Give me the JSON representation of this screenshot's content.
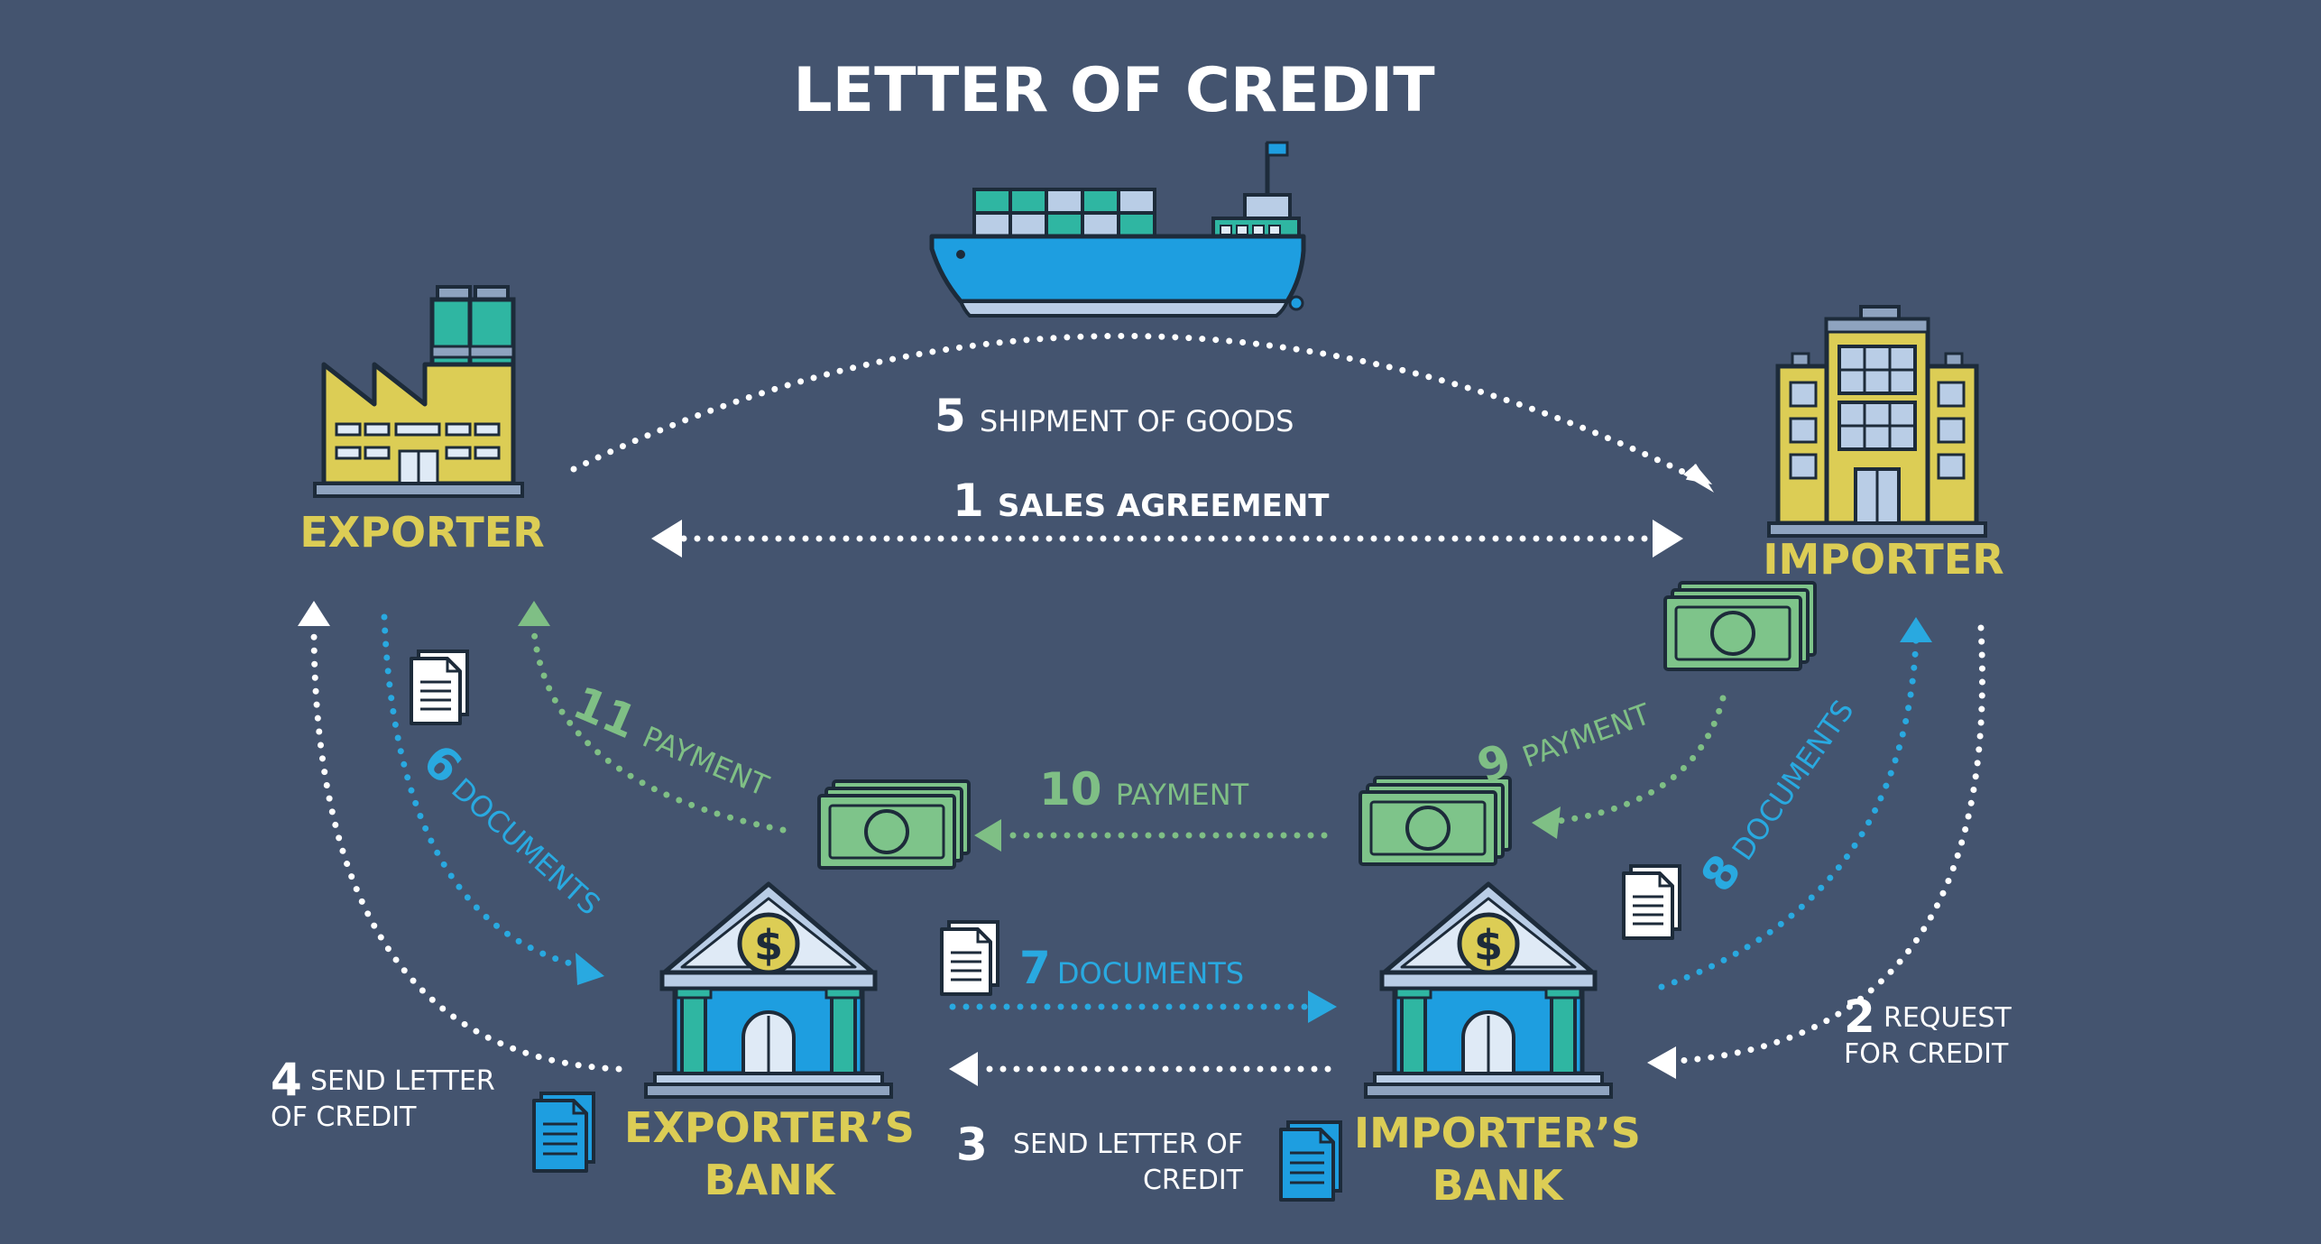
{
  "title": "LETTER OF CREDIT",
  "colors": {
    "background": "#44546f",
    "party_label": "#dccd55",
    "step_white": "#ffffff",
    "step_green": "#7fbf85",
    "step_blue": "#29a9e0",
    "money": "#7ec48a",
    "bank_blue": "#1e9ee0",
    "building_yellow": "#dccd55",
    "factory_teal": "#2fb6a2"
  },
  "parties": {
    "exporter": "EXPORTER",
    "importer": "IMPORTER",
    "exporters_bank_line1": "EXPORTER’S",
    "exporters_bank_line2": "BANK",
    "importers_bank_line1": "IMPORTER’S",
    "importers_bank_line2": "BANK"
  },
  "steps": {
    "s1": {
      "num": "1",
      "text": "SALES AGREEMENT"
    },
    "s2": {
      "num": "2",
      "text1": "REQUEST",
      "text2": "FOR CREDIT"
    },
    "s3": {
      "num": "3",
      "text1": "SEND LETTER OF",
      "text2": "CREDIT"
    },
    "s4": {
      "num": "4",
      "text1": "SEND LETTER",
      "text2": "OF CREDIT"
    },
    "s5": {
      "num": "5",
      "text": "SHIPMENT OF GOODS"
    },
    "s6": {
      "num": "6",
      "text": "DOCUMENTS"
    },
    "s7": {
      "num": "7",
      "text": "DOCUMENTS"
    },
    "s8": {
      "num": "8",
      "text": "DOCUMENTS"
    },
    "s9": {
      "num": "9",
      "text": "PAYMENT"
    },
    "s10": {
      "num": "10",
      "text": "PAYMENT"
    },
    "s11": {
      "num": "11",
      "text": "PAYMENT"
    }
  },
  "icons": {
    "ship": "cargo-ship-icon",
    "factory": "factory-icon",
    "office": "office-building-icon",
    "bank": "bank-icon",
    "money": "banknote-stack-icon",
    "document": "document-icon",
    "currency_symbol": "$"
  }
}
